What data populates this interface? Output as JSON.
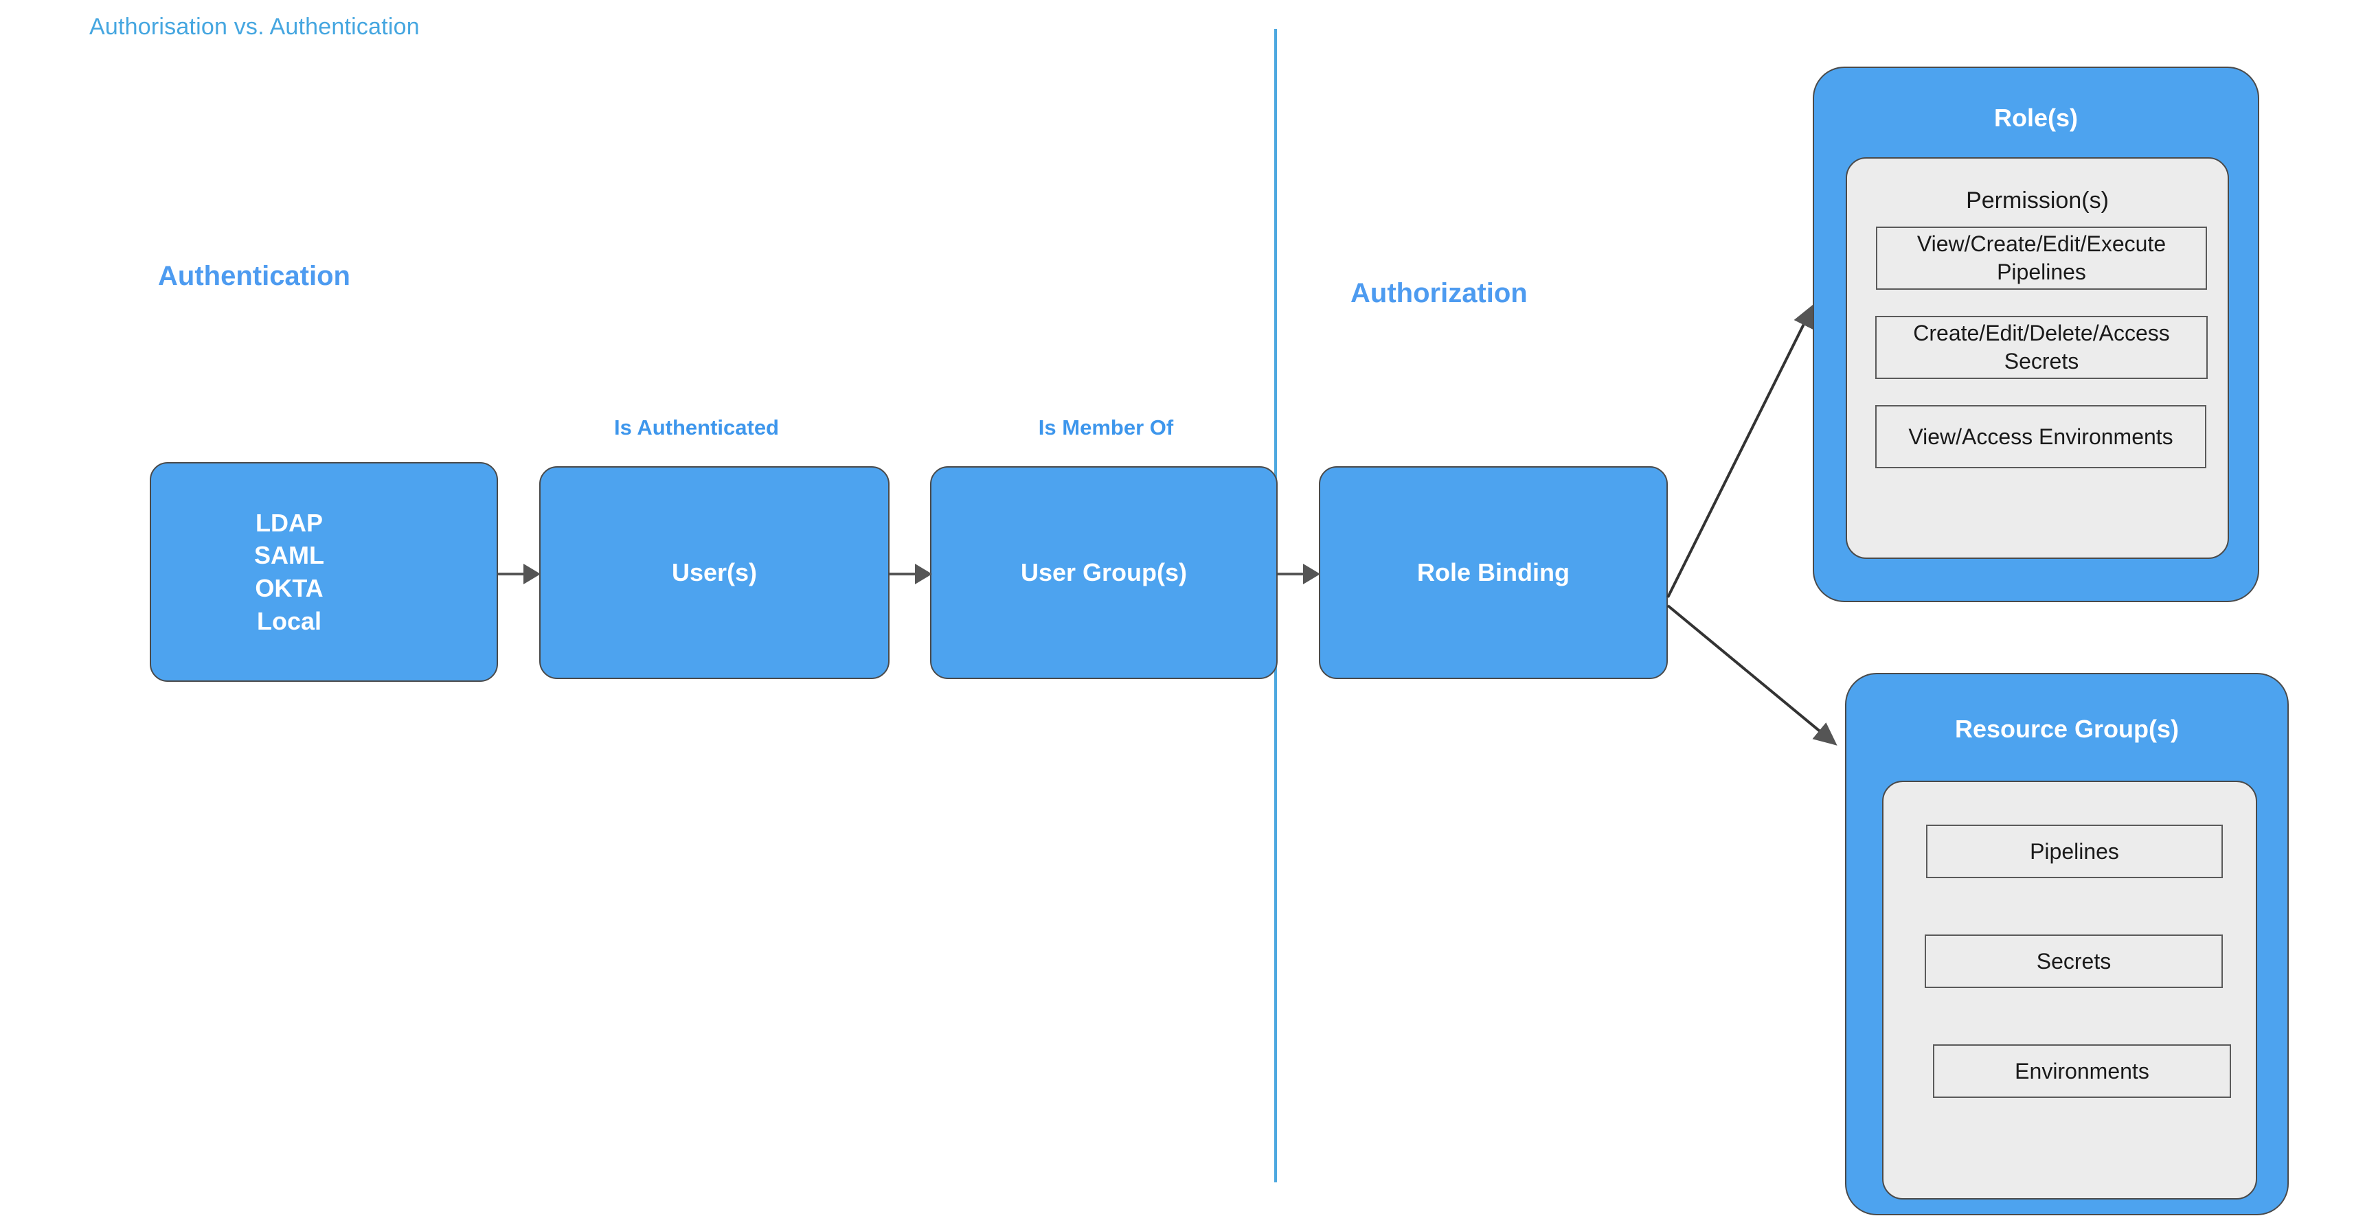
{
  "title": "Authorisation vs. Authentication",
  "colors": {
    "title_blue": "#45A6E0",
    "heading_blue": "#4D9BF0",
    "label_blue": "#3D96EC",
    "box_blue": "#4DA3EF",
    "panel_gray": "#ECECEC",
    "stroke_gray": "#4a4a4a",
    "arrow_gray": "#555555",
    "divider_blue": "#4DA8E0"
  },
  "sections": {
    "authentication_heading": "Authentication",
    "authorization_heading": "Authorization"
  },
  "flow": {
    "providers": {
      "lines": [
        "LDAP",
        "SAML",
        "OKTA",
        "Local"
      ]
    },
    "users": {
      "label": "User(s)"
    },
    "user_groups": {
      "label": "User Group(s)"
    },
    "role_binding": {
      "label": "Role Binding"
    }
  },
  "edge_labels": {
    "is_authenticated": "Is Authenticated",
    "is_member_of": "Is Member Of"
  },
  "roles_panel": {
    "title": "Role(s)",
    "inner_title": "Permission(s)",
    "permissions": [
      "View/Create/Edit/Execute Pipelines",
      "Create/Edit/Delete/Access Secrets",
      "View/Access Environments"
    ]
  },
  "resource_groups_panel": {
    "title": "Resource Group(s)",
    "resources": [
      "Pipelines",
      "Secrets",
      "Environments"
    ]
  }
}
